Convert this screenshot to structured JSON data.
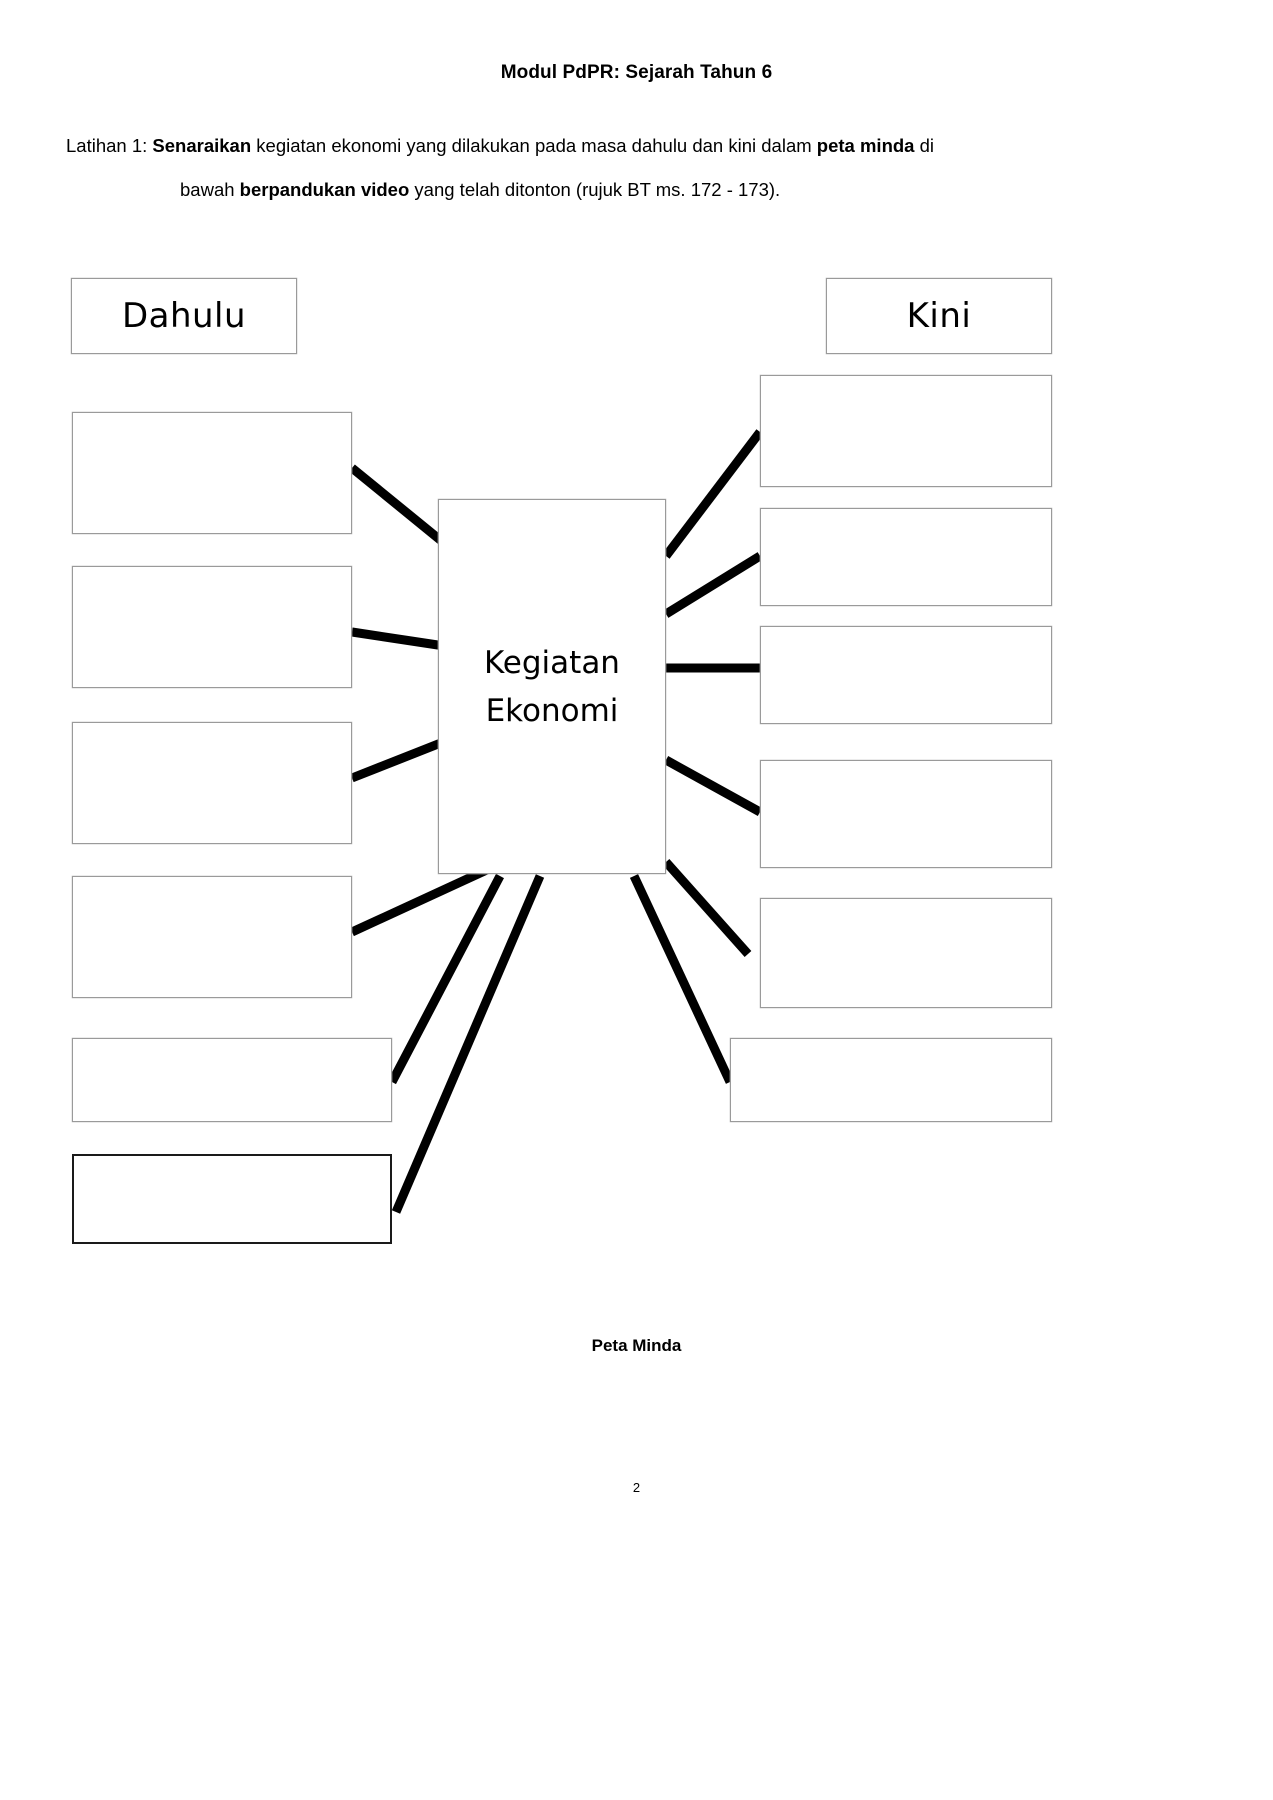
{
  "document": {
    "title": "Modul PdPR: Sejarah Tahun 6",
    "page_number": "2",
    "caption": "Peta Minda"
  },
  "instruction": {
    "label": "Latihan 1:",
    "bold_1": "Senaraikan",
    "text_1": " kegiatan ekonomi yang dilakukan pada masa dahulu dan kini dalam ",
    "bold_2": "peta minda",
    "text_2": " di",
    "line2_text_1": "bawah ",
    "line2_bold": "berpandukan video",
    "line2_text_2": " yang telah ditonton (rujuk BT ms. 172 - 173)."
  },
  "mindmap": {
    "center_line1": "Kegiatan",
    "center_line2": "Ekonomi",
    "left_header": "Dahulu",
    "right_header": "Kini",
    "left_boxes": [
      "",
      "",
      "",
      "",
      "",
      ""
    ],
    "right_boxes": [
      "",
      "",
      "",
      "",
      "",
      ""
    ],
    "colors": {
      "box_border": "#9a9a9a",
      "box_border_dark": "#1a1a1a",
      "connector": "#000000",
      "text": "#000000",
      "background": "#ffffff"
    }
  }
}
